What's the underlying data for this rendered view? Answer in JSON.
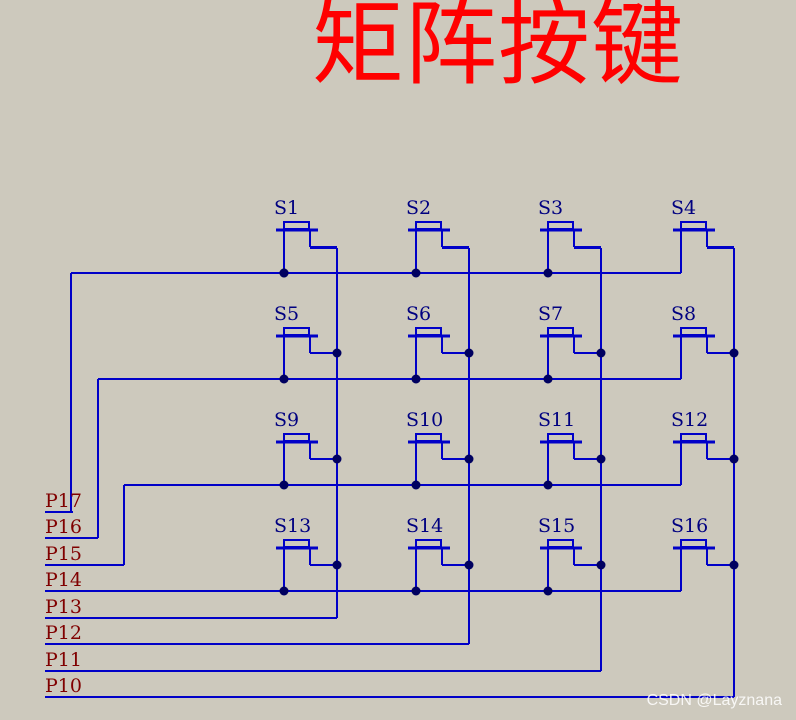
{
  "title": "矩阵按键",
  "colors": {
    "background": "#cdc9bd",
    "title": "#ff0000",
    "wire": "#0000c8",
    "switch_label": "#000080",
    "pin_label": "#800000",
    "junction": "#000060"
  },
  "switches": [
    "S1",
    "S2",
    "S3",
    "S4",
    "S5",
    "S6",
    "S7",
    "S8",
    "S9",
    "S10",
    "S11",
    "S12",
    "S13",
    "S14",
    "S15",
    "S16"
  ],
  "pins": [
    "P17",
    "P16",
    "P15",
    "P14",
    "P13",
    "P12",
    "P11",
    "P10"
  ],
  "watermark": "CSDN @Layznana"
}
